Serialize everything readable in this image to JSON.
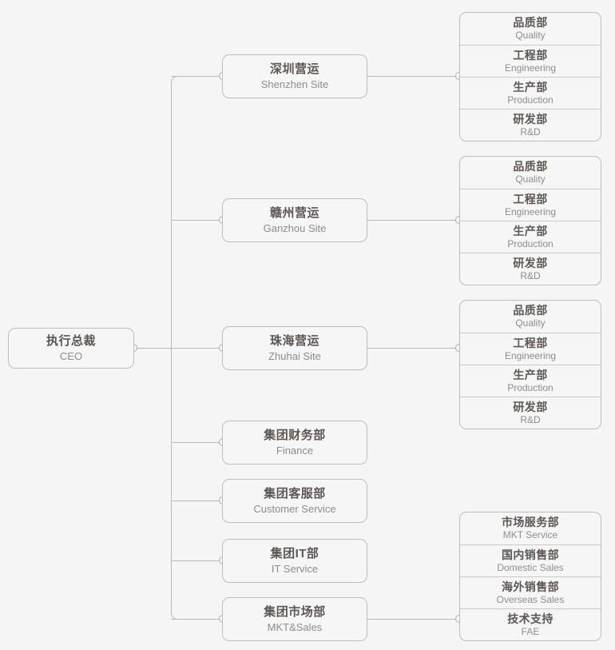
{
  "chart": {
    "type": "org-chart",
    "background_color": "#f4f5f4",
    "box_border_color": "#bdbdbd",
    "connector_color": "#b9b9b9",
    "cn_text_color": "#5d5653",
    "en_text_color": "#8d8d8d",
    "root": {
      "cn": "执行总裁",
      "en": "CEO"
    },
    "branches": [
      {
        "id": "shenzhen-site",
        "cn": "深圳营运",
        "en": "Shenzhen Site",
        "children": [
          {
            "cn": "品质部",
            "en": "Quality"
          },
          {
            "cn": "工程部",
            "en": "Engineering"
          },
          {
            "cn": "生产部",
            "en": "Production"
          },
          {
            "cn": "研发部",
            "en": "R&D"
          }
        ]
      },
      {
        "id": "ganzhou-site",
        "cn": "赣州营运",
        "en": "Ganzhou Site",
        "children": [
          {
            "cn": "品质部",
            "en": "Quality"
          },
          {
            "cn": "工程部",
            "en": "Engineering"
          },
          {
            "cn": "生产部",
            "en": "Production"
          },
          {
            "cn": "研发部",
            "en": "R&D"
          }
        ]
      },
      {
        "id": "zhuhai-site",
        "cn": "珠海营运",
        "en": "Zhuhai Site",
        "children": [
          {
            "cn": "品质部",
            "en": "Quality"
          },
          {
            "cn": "工程部",
            "en": "Engineering"
          },
          {
            "cn": "生产部",
            "en": "Production"
          },
          {
            "cn": "研发部",
            "en": "R&D"
          }
        ]
      },
      {
        "id": "finance",
        "cn": "集团财务部",
        "en": "Finance",
        "children": []
      },
      {
        "id": "customer-service",
        "cn": "集团客服部",
        "en": "Customer Service",
        "children": []
      },
      {
        "id": "it-service",
        "cn": "集团IT部",
        "en": "IT Service",
        "children": []
      },
      {
        "id": "mkt-sales",
        "cn": "集团市场部",
        "en": "MKT&Sales",
        "children": [
          {
            "cn": "市场服务部",
            "en": "MKT Service"
          },
          {
            "cn": "国内销售部",
            "en": "Domestic Sales"
          },
          {
            "cn": "海外销售部",
            "en": "Overseas Sales"
          },
          {
            "cn": "技术支持",
            "en": "FAE"
          }
        ]
      }
    ]
  }
}
